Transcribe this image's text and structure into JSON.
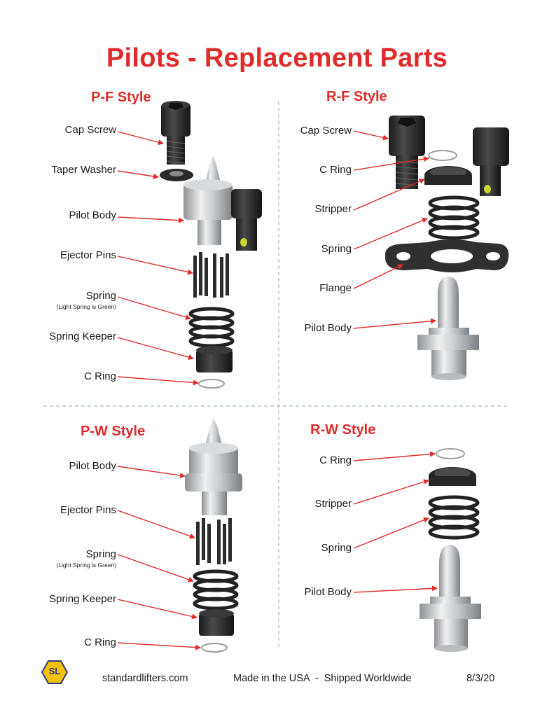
{
  "page": {
    "title": "Pilots - Replacement Parts"
  },
  "sections": {
    "pf": {
      "title": "P-F Style",
      "labels": [
        "Cap Screw",
        "Taper Washer",
        "Pilot Body",
        "Ejector Pins",
        "Spring",
        "Spring Keeper",
        "C Ring"
      ],
      "spring_note": "(Light Spring is Green)"
    },
    "rf": {
      "title": "R-F Style",
      "labels": [
        "Cap Screw",
        "C Ring",
        "Stripper",
        "Spring",
        "Flange",
        "Pilot Body"
      ]
    },
    "pw": {
      "title": "P-W Style",
      "labels": [
        "Pilot Body",
        "Ejector Pins",
        "Spring",
        "Spring Keeper",
        "C Ring"
      ],
      "spring_note": "(Light Spring is Green)"
    },
    "rw": {
      "title": "R-W Style",
      "labels": [
        "C Ring",
        "Stripper",
        "Spring",
        "Pilot Body"
      ]
    }
  },
  "footer": {
    "logo_text": "SL",
    "website": "standardlifters.com",
    "tagline": "Made in the USA  -  Shipped Worldwide",
    "date": "8/3/20"
  },
  "colors": {
    "accent": "#e02b2b",
    "divider": "#a9bcc8",
    "logo_yellow": "#f2c200"
  }
}
